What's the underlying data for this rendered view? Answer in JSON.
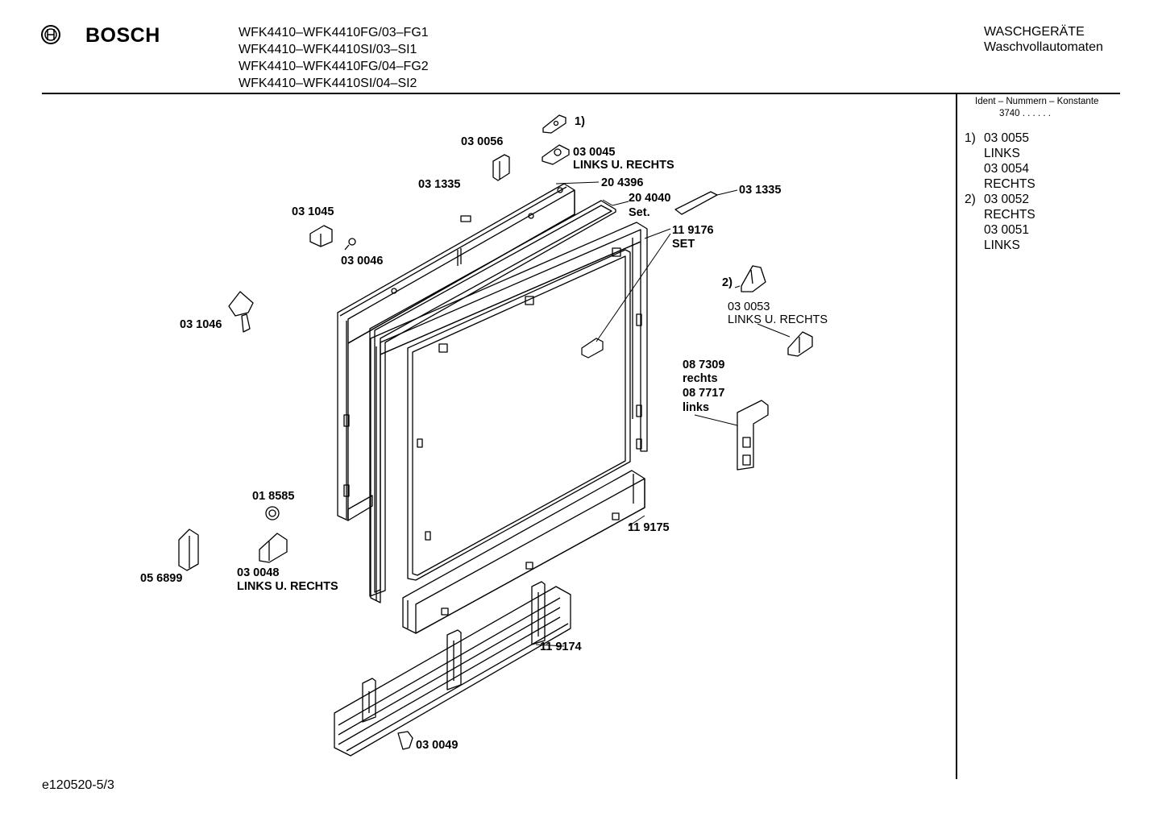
{
  "brand": {
    "name": "BOSCH"
  },
  "header": {
    "models": [
      "WFK4410–WFK4410FG/03–FG1",
      "WFK4410–WFK4410SI/03–SI1",
      "WFK4410–WFK4410FG/04–FG2",
      "WFK4410–WFK4410SI/04–SI2"
    ],
    "category": "WASCHGERÄTE",
    "subcategory": "Waschvollautomaten"
  },
  "ident": {
    "title": "Ident – Nummern – Konstante",
    "value": "3740 . . . . . ."
  },
  "references": [
    {
      "num": "1)",
      "lines": [
        "03 0055",
        "LINKS",
        "03 0054",
        "RECHTS"
      ]
    },
    {
      "num": "2)",
      "lines": [
        "03 0052",
        "RECHTS",
        "03 0051",
        "LINKS"
      ]
    }
  ],
  "parts": {
    "p1": "1)",
    "p030056": "03 0056",
    "p030045": "03 0045",
    "p030045b": "LINKS U. RECHTS",
    "p031335a": "03 1335",
    "p204396": "20 4396",
    "p204040": "20 4040",
    "p204040b": "Set.",
    "p031335b": "03 1335",
    "p031045": "03 1045",
    "p030046": "03 0046",
    "p119176": "11 9176",
    "p119176b": "SET",
    "p2": "2)",
    "p030053": "03 0053",
    "p030053b": "LINKS U. RECHTS",
    "p031046": "03 1046",
    "p087309": "08 7309",
    "p087309b": "rechts",
    "p087717": "08 7717",
    "p087717b": "links",
    "p018585": "01 8585",
    "p119175": "11 9175",
    "p056899": "05 6899",
    "p030048": "03 0048",
    "p030048b": "LINKS U. RECHTS",
    "p119174": "11 9174",
    "p030049": "03 0049"
  },
  "footer": {
    "code": "e120520-5/3"
  }
}
